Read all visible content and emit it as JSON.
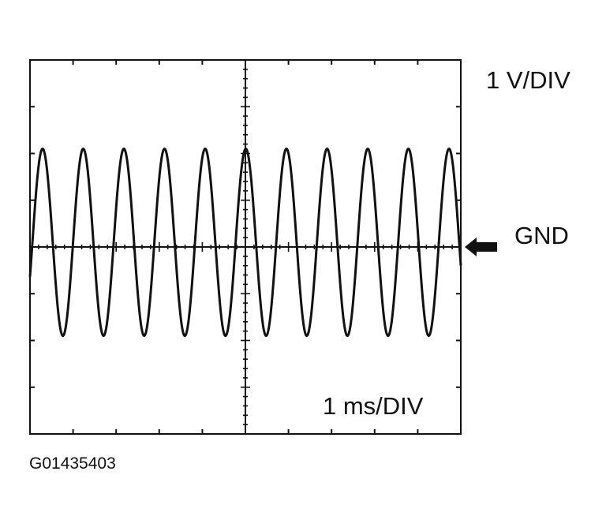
{
  "chart_data": {
    "type": "line",
    "title": "",
    "xlabel": "",
    "ylabel": "",
    "x_scale_label": "1 ms/DIV",
    "y_scale_label": "1 V/DIV",
    "ground_marker_label": "GND",
    "x_divisions": 10,
    "y_divisions": 8,
    "xlim": [
      0,
      10
    ],
    "ylim": [
      -4,
      4
    ],
    "grid": false,
    "series": [
      {
        "waveform": "sine",
        "cycles_on_screen": 10.6,
        "amplitude_div": 2.0,
        "offset_div": 0.1,
        "phase_start": "just below ground, rising to a peak near 0.3 div",
        "color": "#111111"
      }
    ]
  },
  "figure_code": "G01435403",
  "colors": {
    "ink": "#111111",
    "background": "#ffffff"
  },
  "icons": {
    "gnd_marker": "left-arrow-icon"
  }
}
